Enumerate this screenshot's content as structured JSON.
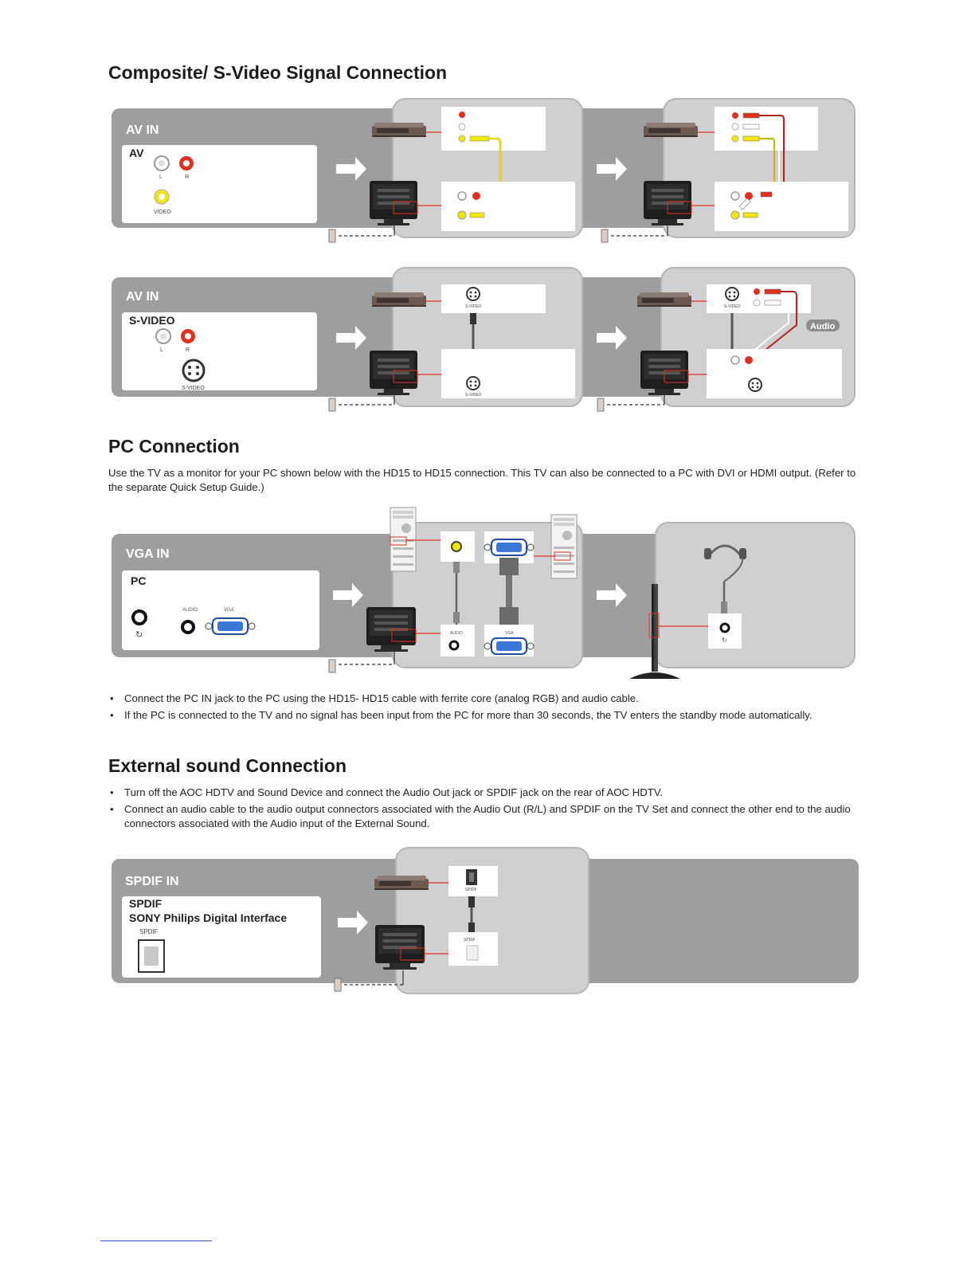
{
  "sections": {
    "composite": {
      "title": "Composite/ S-Video Signal Connection"
    },
    "pc": {
      "title": "PC Connection",
      "intro": "Use the TV as a monitor for your PC shown below with the HD15 to HD15 connection. This TV can also be connected to a PC with DVI or HDMI output. (Refer to the separate Quick Setup Guide.)",
      "bullets": [
        "Connect the PC IN jack to the PC using the HD15- HD15 cable with ferrite core (analog RGB) and audio cable.",
        "If the PC is connected to the TV and no signal has been input from the PC for more than 30 seconds, the TV enters the standby mode automatically."
      ]
    },
    "external": {
      "title": "External sound Connection",
      "bullets": [
        "Turn off the AOC HDTV and Sound Device and connect the Audio Out jack or SPDIF jack on the rear of AOC HDTV.",
        "Connect an audio cable to the audio output connectors associated with the Audio Out (R/L) and SPDIF on the TV Set and connect the other end to the audio connectors associated with the Audio input of the External Sound."
      ]
    }
  },
  "diagram_av": {
    "panel_title": "AV IN",
    "box_title": "AV",
    "left_label": "L",
    "right_label": "R",
    "video_label": "VIDEO"
  },
  "diagram_svideo": {
    "panel_title": "AV IN",
    "box_title": "S-VIDEO",
    "left_label": "L",
    "right_label": "R",
    "svideo_label": "S-VIDEO",
    "audio_tag": "Audio"
  },
  "diagram_vga": {
    "panel_title": "VGA IN",
    "box_title": "PC",
    "audio_label": "AUDIO",
    "vga_label": "VGA"
  },
  "diagram_spdif": {
    "panel_title": "SPDIF IN",
    "box_title": "SPDIF",
    "box_subtitle": "SONY Philips Digital Interface",
    "spdif_label": "SPDIF"
  },
  "colors": {
    "panel_dark": "#9e9ea1",
    "panel_light": "#d0d0d2",
    "accent_red": "#e0301e",
    "cable_yellow": "#f2e700",
    "audio_tag": "#8d8d90"
  }
}
